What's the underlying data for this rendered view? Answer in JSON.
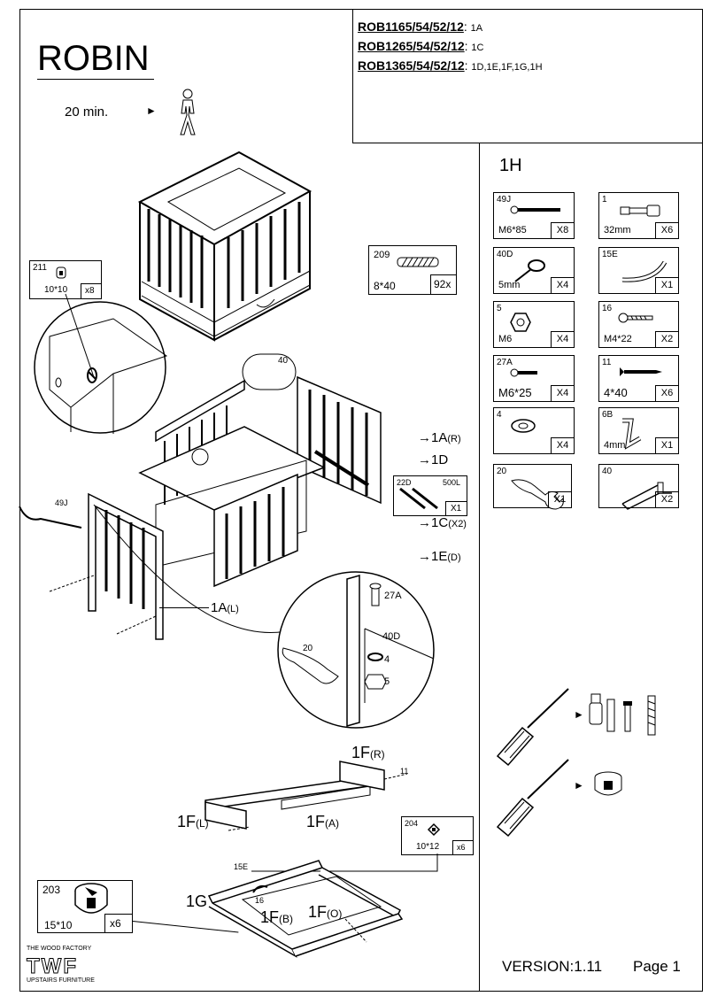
{
  "header": {
    "title": "ROBIN",
    "time": "20 min.",
    "models": [
      {
        "code": "ROB1165/54/52/12",
        "parts": "1A"
      },
      {
        "code": "ROB1265/54/52/12",
        "parts": "1C"
      },
      {
        "code": "ROB1365/54/52/12",
        "parts": "1D,1E,1F,1G,1H"
      }
    ]
  },
  "bag_title": "1H",
  "hardware": [
    {
      "code": "49J",
      "size": "M6*85",
      "qty": "X8",
      "icon": "bolt-icon"
    },
    {
      "code": "1",
      "size": "32mm",
      "qty": "X6",
      "icon": "connector-bolt-icon"
    },
    {
      "code": "40D",
      "size": "5mm",
      "qty": "X4",
      "icon": "eye-hook-icon"
    },
    {
      "code": "15E",
      "size": "",
      "qty": "X1",
      "icon": "curved-strip-icon"
    },
    {
      "code": "5",
      "size": "M6",
      "qty": "X4",
      "icon": "hex-nut-icon"
    },
    {
      "code": "16",
      "size": "M4*22",
      "qty": "X2",
      "icon": "screw-icon"
    },
    {
      "code": "27A",
      "size": "M6*25",
      "qty": "X4",
      "icon": "bolt-short-icon"
    },
    {
      "code": "11",
      "size": "4*40",
      "qty": "X6",
      "icon": "wood-screw-icon"
    },
    {
      "code": "4",
      "size": "",
      "qty": "X4",
      "icon": "washer-icon"
    },
    {
      "code": "6B",
      "size": "4mm",
      "qty": "X1",
      "icon": "allen-key-icon"
    },
    {
      "code": "20",
      "size": "",
      "qty": "X1",
      "icon": "wrench-icon"
    },
    {
      "code": "40",
      "size": "",
      "qty": "X2",
      "icon": "bracket-icon"
    }
  ],
  "callouts": {
    "dowel": {
      "code": "209",
      "size": "8*40",
      "qty": "92x"
    },
    "cam": {
      "code": "211",
      "size": "10*10",
      "qty": "x8"
    },
    "rail": {
      "code": "22D",
      "size": "500L",
      "qty": "X1"
    },
    "cam_204": {
      "code": "204",
      "size": "10*12",
      "qty": "x6"
    },
    "cam_203": {
      "code": "203",
      "size": "15*10",
      "qty": "x6"
    }
  },
  "labels": {
    "a_r": "1A",
    "a_r_sub": "(R)",
    "d": "1D",
    "c": "1C",
    "c_sub": "(X2)",
    "e": "1E",
    "e_sub": "(D)",
    "a_l": "1A",
    "a_l_sub": "(L)",
    "j49": "49J",
    "p40": "40",
    "f_r": "1F",
    "f_r_sub": "(R)",
    "f_l": "1F",
    "f_l_sub": "(L)",
    "f_a": "1F",
    "f_a_sub": "(A)",
    "f_b": "1F",
    "f_b_sub": "(B)",
    "f_o": "1F",
    "f_o_sub": "(O)",
    "g": "1G",
    "p11": "11",
    "p15e": "15E",
    "p16": "16",
    "d27a": "27A",
    "d40d": "40D",
    "d20": "20",
    "d4": "4",
    "d5": "5"
  },
  "footer": {
    "company_top": "THE WOOD FACTORY",
    "logo": "TWF",
    "company_bottom": "UPSTAIRS FURNITURE",
    "version": "VERSION:1.11",
    "page": "Page 1"
  }
}
